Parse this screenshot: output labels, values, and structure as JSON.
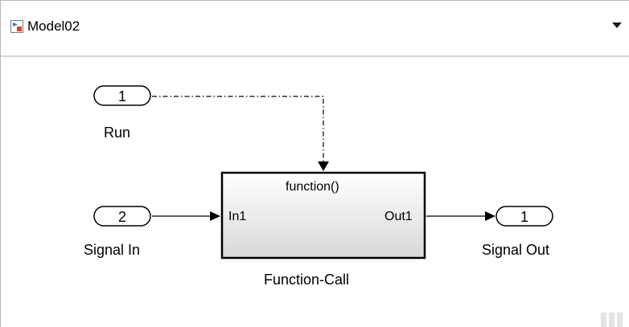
{
  "address_bar": {
    "model_name": "Model02",
    "model_icon": "simulink-model-icon",
    "dropdown_icon": "chevron-down-icon"
  },
  "diagram": {
    "inport_run": {
      "number": "1",
      "label": "Run"
    },
    "inport_signal": {
      "number": "2",
      "label": "Signal In"
    },
    "outport_signal": {
      "number": "1",
      "label": "Signal Out"
    },
    "subsystem": {
      "trigger_label": "function()",
      "input_port": "In1",
      "output_port": "Out1",
      "name": "Function-Call"
    }
  },
  "colors": {
    "block_border": "#000000",
    "block_fill_top": "#ffffff",
    "block_fill_bottom": "#d8d8d8",
    "separator": "#d4d4d4"
  }
}
